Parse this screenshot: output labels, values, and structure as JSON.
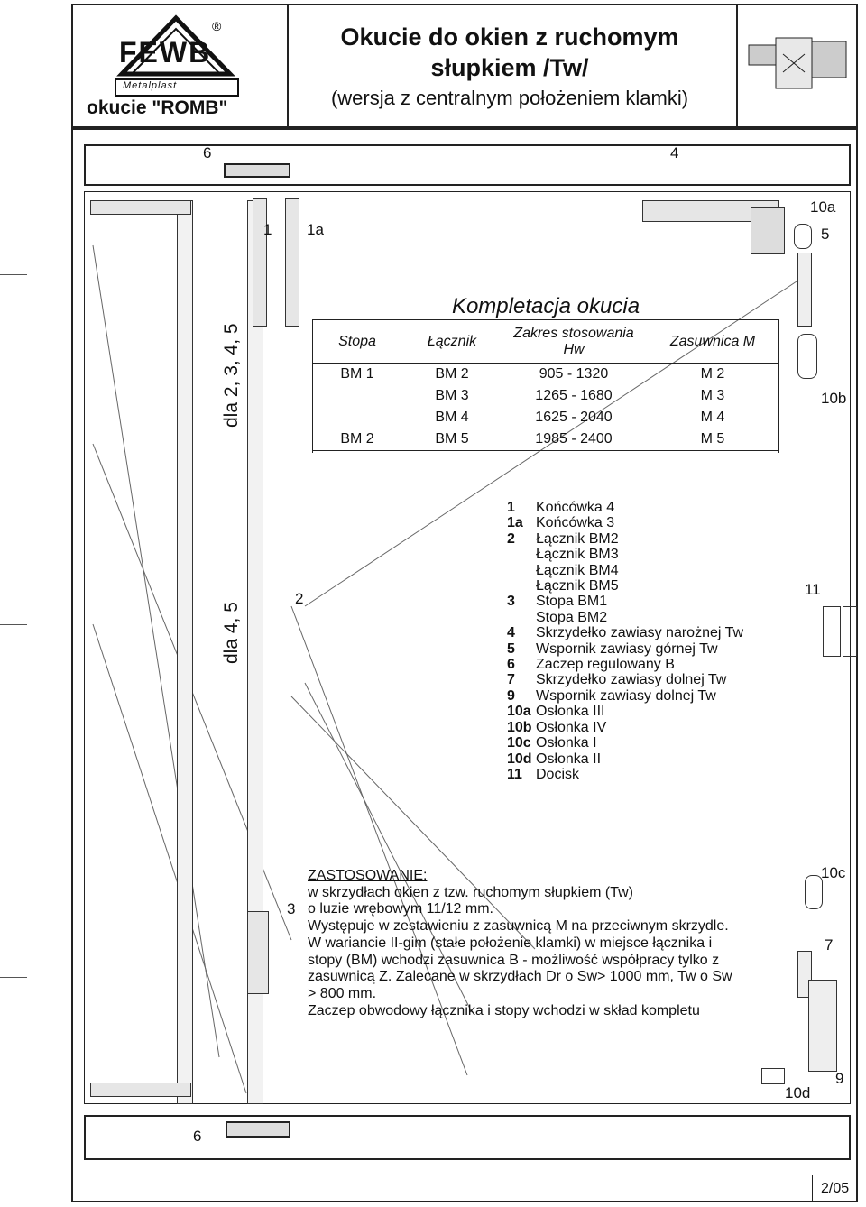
{
  "header": {
    "logo_text": "FEWB",
    "logo_sub": "Metalplast",
    "brand_line": "okucie \"ROMB\"",
    "title_line1": "Okucie do okien z ruchomym",
    "title_line2": "słupkiem /Tw/",
    "title_line3": "(wersja z centralnym położeniem klamki)"
  },
  "labels": {
    "top_6": "6",
    "top_4": "4",
    "l1": "1",
    "l1a": "1a",
    "l10a": "10a",
    "l5": "5",
    "l10b": "10b",
    "l2": "2",
    "l11": "11",
    "l3": "3",
    "l10c": "10c",
    "l7": "7",
    "l9": "9",
    "l10d": "10d",
    "bottom_6": "6",
    "vert_a": "dla 2, 3, 4, 5",
    "vert_b": "dla 4, 5"
  },
  "kit_table": {
    "title": "Kompletacja okucia",
    "headers": [
      "Stopa",
      "Łącznik",
      "Zakres stosowania Hw",
      "Zasuwnica M"
    ],
    "rows": [
      [
        "BM 1",
        "BM 2",
        "905 - 1320",
        "M 2"
      ],
      [
        "",
        "BM 3",
        "1265 - 1680",
        "M 3"
      ],
      [
        "",
        "BM 4",
        "1625 - 2040",
        "M 4"
      ],
      [
        "BM 2",
        "BM 5",
        "1985 - 2400",
        "M 5"
      ]
    ]
  },
  "parts": [
    {
      "num": "1",
      "name": "Końcówka 4"
    },
    {
      "num": "1a",
      "name": "Końcówka 3"
    },
    {
      "num": "2",
      "name": "Łącznik BM2"
    },
    {
      "num": "",
      "name": "Łącznik BM3"
    },
    {
      "num": "",
      "name": "Łącznik BM4"
    },
    {
      "num": "",
      "name": "Łącznik BM5"
    },
    {
      "num": "3",
      "name": "Stopa BM1"
    },
    {
      "num": "",
      "name": "Stopa BM2"
    },
    {
      "num": "4",
      "name": "Skrzydełko zawiasy narożnej Tw"
    },
    {
      "num": "5",
      "name": "Wspornik zawiasy górnej Tw"
    },
    {
      "num": "6",
      "name": "Zaczep regulowany B"
    },
    {
      "num": "7",
      "name": "Skrzydełko zawiasy dolnej Tw"
    },
    {
      "num": "9",
      "name": "Wspornik zawiasy dolnej Tw"
    },
    {
      "num": "10a",
      "name": "Osłonka III"
    },
    {
      "num": "10b",
      "name": "Osłonka IV"
    },
    {
      "num": "10c",
      "name": "Osłonka I"
    },
    {
      "num": "10d",
      "name": "Osłonka II"
    },
    {
      "num": "11",
      "name": " Docisk"
    }
  ],
  "usage": {
    "heading": "ZASTOSOWANIE:",
    "lines": [
      "w skrzydłach okien z tzw. ruchomym słupkiem (Tw)",
      "o luzie wrębowym 11/12 mm.",
      "Występuje w zestawieniu z zasuwnicą M na przeciwnym skrzydle.",
      "W wariancie II-gim (stałe położenie klamki) w miejsce łącznika i",
      "stopy (BM) wchodzi zasuwnica B - możliwość współpracy tylko z",
      "zasuwnicą Z. Zalecane w skrzydłach Dr o Sw> 1000 mm, Tw o Sw",
      "> 800 mm.",
      "Zaczep obwodowy łącznika i stopy wchodzi w skład kompletu"
    ]
  },
  "footer": {
    "page": "2/05"
  }
}
